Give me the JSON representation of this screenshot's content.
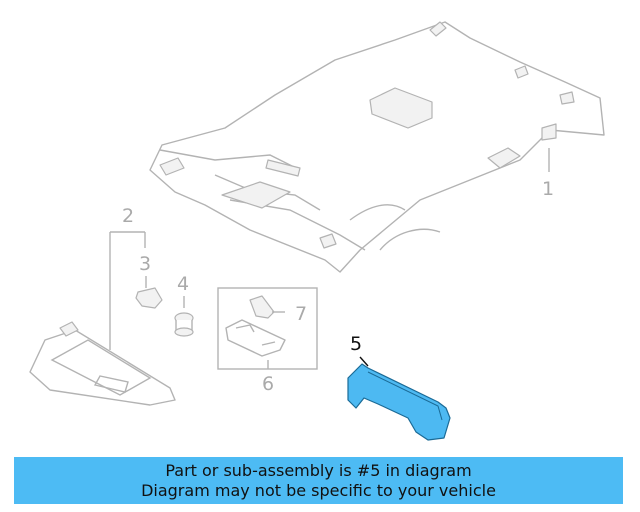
{
  "callouts": {
    "c1": "1",
    "c2": "2",
    "c3": "3",
    "c4": "4",
    "c5": "5",
    "c6": "6",
    "c7": "7"
  },
  "highlight_color": "#4db9f2",
  "banner": {
    "color": "#4dbbf4",
    "line1": "Part or sub-assembly is #5 in diagram",
    "line2": "Diagram may not be specific to your vehicle"
  }
}
